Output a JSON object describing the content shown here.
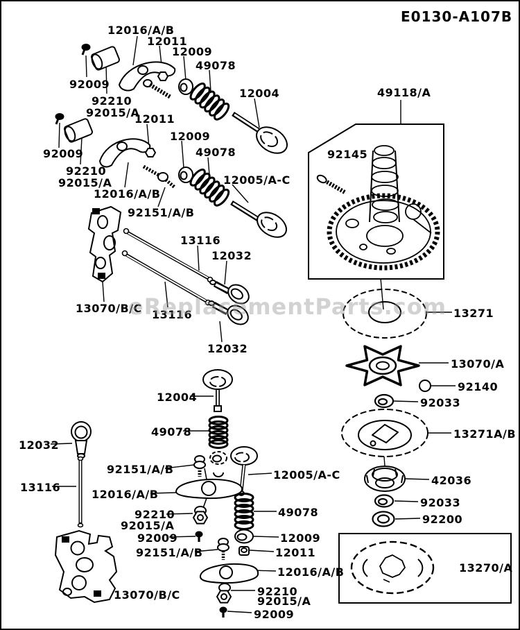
{
  "title": "E0130-A107B",
  "watermark": "eReplacementParts.com",
  "part_labels": [
    "12016/A/B",
    "12011",
    "12009",
    "49078",
    "92009",
    "92210",
    "92015/A",
    "12004",
    "12011",
    "12009",
    "49078",
    "92009",
    "92210",
    "92015/A",
    "12016/A/B",
    "12005/A-C",
    "92151/A/B",
    "13116",
    "12032",
    "13070/B/C",
    "13116",
    "12032",
    "49118/A",
    "92145",
    "13271",
    "13070/A",
    "92140",
    "92033",
    "13271A/B",
    "42036",
    "92033",
    "92200",
    "13270/A",
    "12004",
    "49078",
    "12032",
    "13116",
    "92151/A/B",
    "12016/A/B",
    "92210",
    "92015/A",
    "92009",
    "92151/A/B",
    "12005/A-C",
    "49078",
    "12009",
    "12011",
    "12016/A/B",
    "92210",
    "92015/A",
    "92009",
    "13070/B/C"
  ]
}
